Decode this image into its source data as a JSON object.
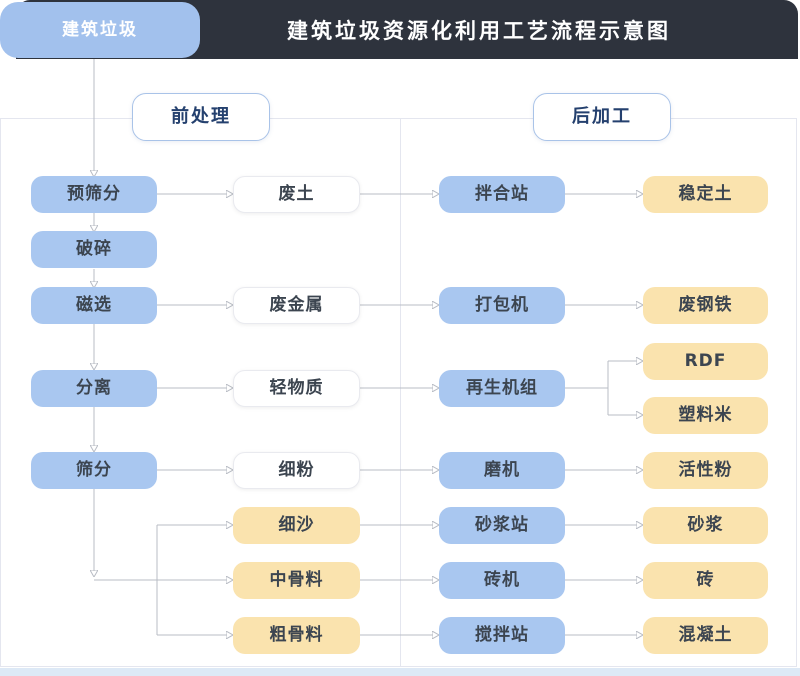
{
  "header": {
    "tab": "建筑垃圾",
    "title": "建筑垃圾资源化利用工艺流程示意图"
  },
  "sections": {
    "pre": "前处理",
    "post": "后加工"
  },
  "nodes": {
    "pre_screening": "预筛分",
    "crushing": "破碎",
    "magnetic_separation": "磁选",
    "separation": "分离",
    "screening": "筛分",
    "waste_soil": "废土",
    "waste_metal": "废金属",
    "light_material": "轻物质",
    "fine_powder": "细粉",
    "fine_sand": "细沙",
    "medium_aggregate": "中骨料",
    "coarse_aggregate": "粗骨料",
    "mixing_plant": "拌合站",
    "baler": "打包机",
    "regeneration_unit": "再生机组",
    "mill": "磨机",
    "mortar_plant": "砂浆站",
    "brick_machine": "砖机",
    "concrete_mixing_plant": "搅拌站",
    "stabilized_soil": "稳定土",
    "scrap_steel": "废钢铁",
    "rdf": "RDF",
    "plastic_pellets": "塑料米",
    "active_powder": "活性粉",
    "mortar": "砂浆",
    "brick": "砖",
    "concrete": "混凝土"
  },
  "colors": {
    "header_bar": "#2e333d",
    "tab_blue": "#a2c1ed",
    "node_blue": "#a9c7f0",
    "node_yellow": "#fae3ae",
    "section_text": "#24406e",
    "section_border": "#a9c3e8",
    "node_text": "#3c4550",
    "line_gray": "#b8bcc4",
    "board_border": "#e4e6ef",
    "footer_strip": "#dde9f6"
  }
}
